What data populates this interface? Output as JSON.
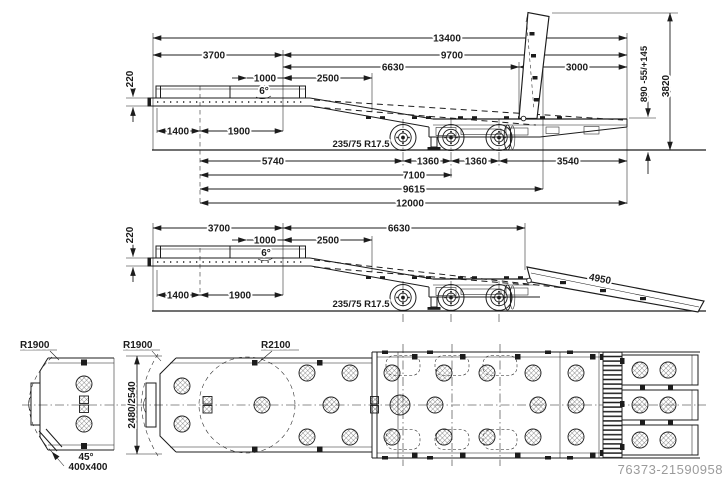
{
  "watermark": {
    "text": "76373-21590958",
    "color": "#9b9b9b"
  },
  "colors": {
    "ink": "#1c1c1c",
    "background": "#ffffff"
  },
  "side_view_ramps_up": {
    "overall_length": "13400",
    "front_length": "3700",
    "rear_length": "9700",
    "deck_length": "6630",
    "ramp_section": "3000",
    "neck_offset": "1000",
    "neck_length": "2500",
    "front_step_height": "220",
    "deck_angle": "6°",
    "drawbar_front": "1400",
    "drawbar_rear": "1900",
    "tyres": "235/75 R17.5",
    "axle_spacing_1": "1360",
    "axle_spacing_2": "1360",
    "rear_overhang": "3540",
    "front_to_first_axle": "5740",
    "front_to_second_axle": "7100",
    "front_to_deck_end": "9615",
    "front_to_rear": "12000",
    "loading_height": "890 -55/+145",
    "overall_height_ramps_up": "3820"
  },
  "side_view_ramps_down": {
    "front_length": "3700",
    "deck_length": "6630",
    "front_step_height": "220",
    "neck_offset": "1000",
    "neck_length": "2500",
    "deck_angle": "6°",
    "drawbar_front": "1400",
    "drawbar_rear": "1900",
    "tyres": "235/75 R17.5",
    "ramp_length": "4950"
  },
  "plan_view": {
    "front_detail_radius": "R1900",
    "front_corner_angle": "45°",
    "front_corner_chamfer": "400x400",
    "swing_radius": "R1900",
    "turning_radius": "R2100",
    "overall_width": "2480/2540"
  }
}
